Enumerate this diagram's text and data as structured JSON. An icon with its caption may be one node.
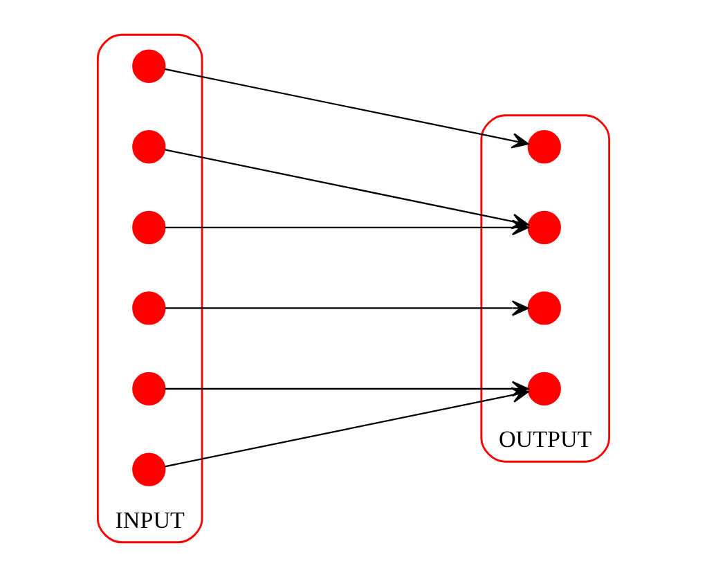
{
  "diagram": {
    "nodes": [
      {
        "text": [
          "INPUT"
        ]
      },
      {
        "text": [],
        "shape": "circle",
        "in": 0
      },
      {
        "text": [],
        "shape": "circle",
        "in": 0
      },
      {
        "text": [],
        "shape": "circle",
        "in": 0
      },
      {
        "text": [],
        "shape": "circle",
        "in": 0
      },
      {
        "text": [],
        "shape": "circle",
        "in": 0
      },
      {
        "text": [],
        "shape": "circle",
        "in": 0
      },
      {
        "text": [
          "OUTPUT"
        ]
      },
      {
        "text": [],
        "shape": "circle",
        "in": 7
      },
      {
        "text": [],
        "shape": "circle",
        "in": 7
      },
      {
        "text": [],
        "shape": "circle",
        "in": 7
      },
      {
        "text": [],
        "shape": "circle",
        "in": 7
      }
    ],
    "edges": [
      {
        "from": 1,
        "to": 8,
        "arrow": "to"
      },
      {
        "from": 2,
        "to": 9,
        "arrow": "to"
      },
      {
        "from": 3,
        "to": 9,
        "arrow": "to"
      },
      {
        "from": 4,
        "to": 10,
        "arrow": "to"
      },
      {
        "from": 5,
        "to": 11,
        "arrow": "to"
      },
      {
        "from": 6,
        "to": 11,
        "arrow": "to"
      }
    ]
  }
}
